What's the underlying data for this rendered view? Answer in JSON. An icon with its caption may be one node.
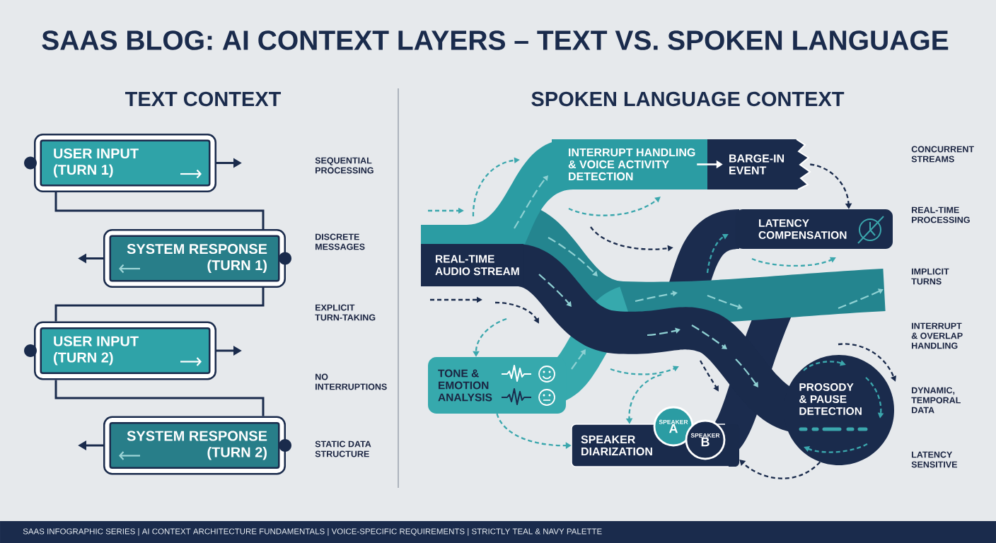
{
  "diagram": {
    "title": "SAAS BLOG: AI CONTEXT LAYERS – TEXT VS. SPOKEN LANGUAGE",
    "caption": "SAAS INFOGRAPHIC SERIES | AI CONTEXT ARCHITECTURE FUNDAMENTALS | VOICE-SPECIFIC REQUIREMENTS | STRICTLY TEAL & NAVY PALETTE",
    "nodes": [
      {
        "text": [
          "USER INPUT (TURN 1)"
        ]
      },
      {
        "text": [
          "SYSTEM RESPONSE (TURN 1)"
        ]
      },
      {
        "text": [
          "USER INPUT (TURN 2)"
        ]
      },
      {
        "text": [
          "SYSTEM RESPONSE (TURN 2)"
        ]
      },
      {
        "text": [
          "REAL-TIME AUDIO STREAM"
        ]
      },
      {
        "text": [
          "INTERRUPT HANDLING & VOICE ACTIVITY DETECTION"
        ]
      },
      {
        "text": [
          "BARGE-IN EVENT"
        ]
      },
      {
        "text": [
          "LATENCY COMPENSATION"
        ]
      },
      {
        "text": [
          "TONE & EMOTION ANALYSIS"
        ]
      },
      {
        "text": [
          "SPEAKER DIARIZATION"
        ]
      },
      {
        "text": [
          "SPEAKER",
          "A"
        ]
      },
      {
        "text": [
          "SPEAKER",
          "B"
        ]
      },
      {
        "text": [
          "PROSODY & PAUSE DETECTION"
        ]
      }
    ],
    "edges": [
      {
        "from": 0,
        "to": 1,
        "arrow": "none"
      },
      {
        "from": 1,
        "to": 2,
        "arrow": "none"
      },
      {
        "from": 2,
        "to": 3,
        "arrow": "none"
      },
      {
        "from": 0,
        "to": null,
        "arrow": "to"
      },
      {
        "from": 1,
        "to": null,
        "arrow": "to"
      },
      {
        "from": 2,
        "to": null,
        "arrow": "to"
      },
      {
        "from": 3,
        "to": null,
        "arrow": "to"
      },
      {
        "from": 5,
        "to": 6,
        "arrow": "to",
        "color": "#ffffff"
      },
      {
        "from": 6,
        "to": 7,
        "arrow": "to",
        "style": "dashed"
      },
      {
        "from": 8,
        "to": 9,
        "arrow": "to",
        "style": "dashed",
        "color": "#3ba7ad"
      },
      {
        "from": null,
        "to": 8,
        "arrow": "to",
        "style": "dashed",
        "color": "#3ba7ad"
      },
      {
        "from": null,
        "to": 9,
        "arrow": "to",
        "style": "dashed",
        "color": "#3ba7ad"
      },
      {
        "from": 12,
        "to": 9,
        "arrow": "to",
        "style": "dashed"
      }
    ],
    "labels": [
      "TEXT CONTEXT",
      "SPOKEN LANGUAGE CONTEXT",
      "SEQUENTIAL PROCESSING",
      "DISCRETE MESSAGES",
      "EXPLICIT TURN-TAKING",
      "NO INTERRUPTIONS",
      "STATIC DATA STRUCTURE",
      "CONCURRENT STREAMS",
      "REAL-TIME PROCESSING",
      "IMPLICIT TURNS",
      "INTERRUPT & OVERLAP HANDLING",
      "DYNAMIC, TEMPORAL DATA",
      "LATENCY SENSITIVE"
    ]
  }
}
